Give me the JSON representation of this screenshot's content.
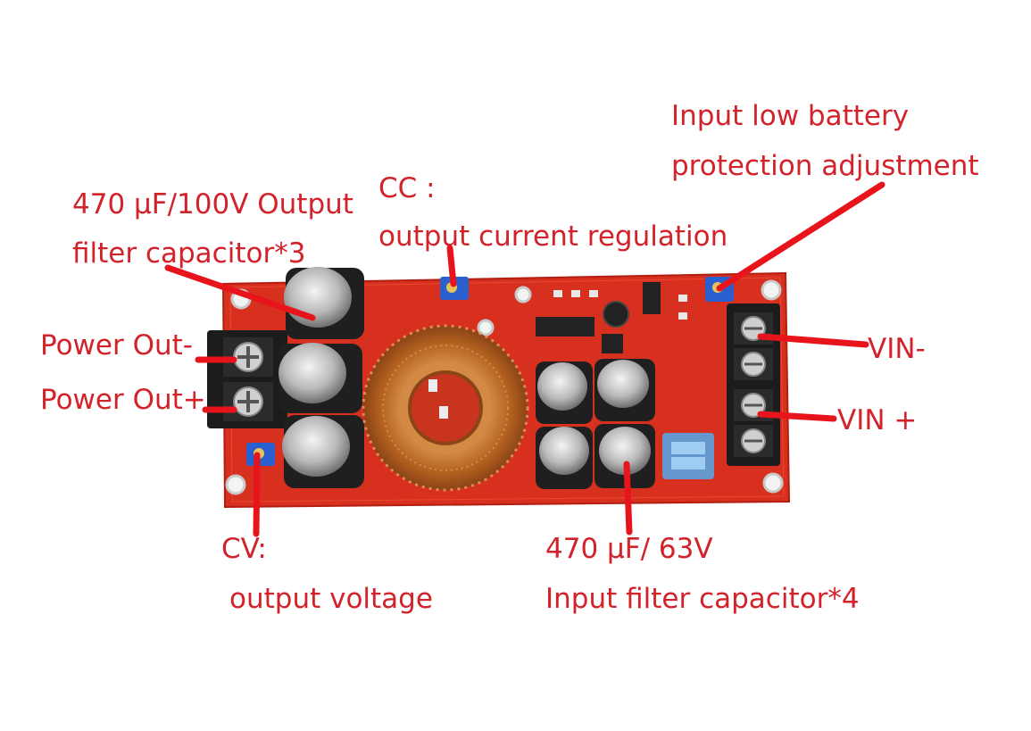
{
  "labels": {
    "input_low_battery": {
      "line1": "Input low battery",
      "line2": "protection adjustment"
    },
    "cc": {
      "line1": "CC :",
      "line2": "output current regulation"
    },
    "output_cap": {
      "line1": "470 µF/100V Output",
      "line2": "filter capacitor*3"
    },
    "power_out_minus": "Power Out-",
    "power_out_plus": "Power Out+",
    "vin_minus": "VIN-",
    "vin_plus": "VIN +",
    "cv": {
      "line1": "CV:",
      "line2": "output voltage"
    },
    "input_cap": {
      "line1": "470 µF/ 63V",
      "line2": "Input filter capacitor*4"
    }
  },
  "colors": {
    "label_text": "#d2222a",
    "pointer_line": "#e8141c",
    "pcb": "#d8301f",
    "terminal_block": "#1c1c1c",
    "copper_coil": "#c4712e",
    "trimmer_pot": "#2a5fd0"
  }
}
